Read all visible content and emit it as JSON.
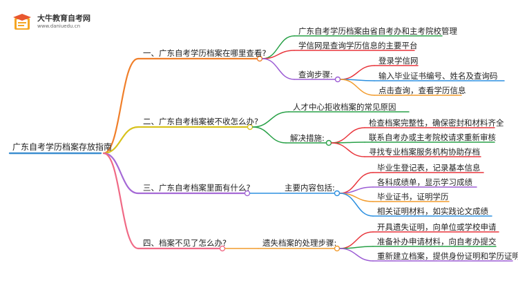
{
  "brand": {
    "name": "大牛教育自考网",
    "url": "www.daniuedu.cn",
    "logo_icon": "book-graduation-logo"
  },
  "colors": {
    "root": "#3b8ed0",
    "q1": "#f07f2a",
    "q2": "#d8c21c",
    "q3": "#a569d6",
    "q4": "#f06a86",
    "green": "#27a046",
    "red": "#e8343a",
    "blue": "#2b8fe0",
    "orange": "#f29b2c",
    "purple": "#9b5bd4"
  },
  "mindmap": {
    "root": "广东自考学历档案存放指南",
    "branches": [
      {
        "label": "一、广东自考学历档案在哪里查看?",
        "children": [
          {
            "label": "广东自考学历档案由省自考办和主考院校管理"
          },
          {
            "label": "学信网是查询学历信息的主要平台"
          },
          {
            "label": "查询步骤:",
            "children": [
              {
                "label": "登录学信网"
              },
              {
                "label": "输入毕业证书编号、姓名及查询码"
              },
              {
                "label": "点击查询，查看学历信息"
              }
            ]
          }
        ]
      },
      {
        "label": "二、广东自考档案被不收怎么办?",
        "children": [
          {
            "label": "人才中心拒收档案的常见原因"
          },
          {
            "label": "解决措施:",
            "children": [
              {
                "label": "检查档案完整性，确保密封和材料齐全"
              },
              {
                "label": "联系自考办或主考院校请求重新审核"
              },
              {
                "label": "寻找专业档案服务机构协助存档"
              }
            ]
          }
        ]
      },
      {
        "label": "三、广东自考档案里面有什么?",
        "children": [
          {
            "label": "主要内容包括:",
            "children": [
              {
                "label": "毕业生登记表，记录基本信息"
              },
              {
                "label": "各科成绩单，显示学习成绩"
              },
              {
                "label": "毕业证书，证明学历"
              },
              {
                "label": "相关证明材料，如实践论文成绩"
              }
            ]
          }
        ]
      },
      {
        "label": "四、档案不见了怎么办?",
        "children": [
          {
            "label": "遗失档案的处理步骤:",
            "children": [
              {
                "label": "开具遗失证明，向单位或学校申请"
              },
              {
                "label": "准备补办申请材料，向自考办提交"
              },
              {
                "label": "重新建立档案，提供身份证明和学历证明"
              }
            ]
          }
        ]
      }
    ]
  }
}
